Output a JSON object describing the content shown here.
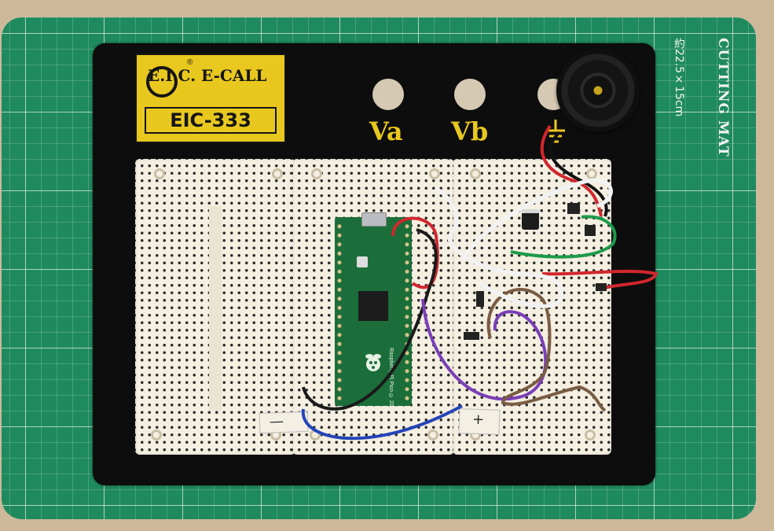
{
  "mat": {
    "title": "CUTTING MAT",
    "size_text": "約22.5×15cm"
  },
  "logo": {
    "brand": "E.I.C. E-CALL",
    "reg": "®",
    "model": "EIC-333"
  },
  "terminals": {
    "va": "Va",
    "vb": "Vb"
  },
  "tape_labels": {
    "minus": "—",
    "plus": "+"
  },
  "pico": {
    "board_text": "Raspberry Pi Pico © 2020"
  },
  "colors": {
    "mat": "#1f8a5e",
    "base": "#0d0d0d",
    "logo": "#e8c81e",
    "breadboard": "#f4efe1",
    "pico": "#1b6e3a"
  }
}
